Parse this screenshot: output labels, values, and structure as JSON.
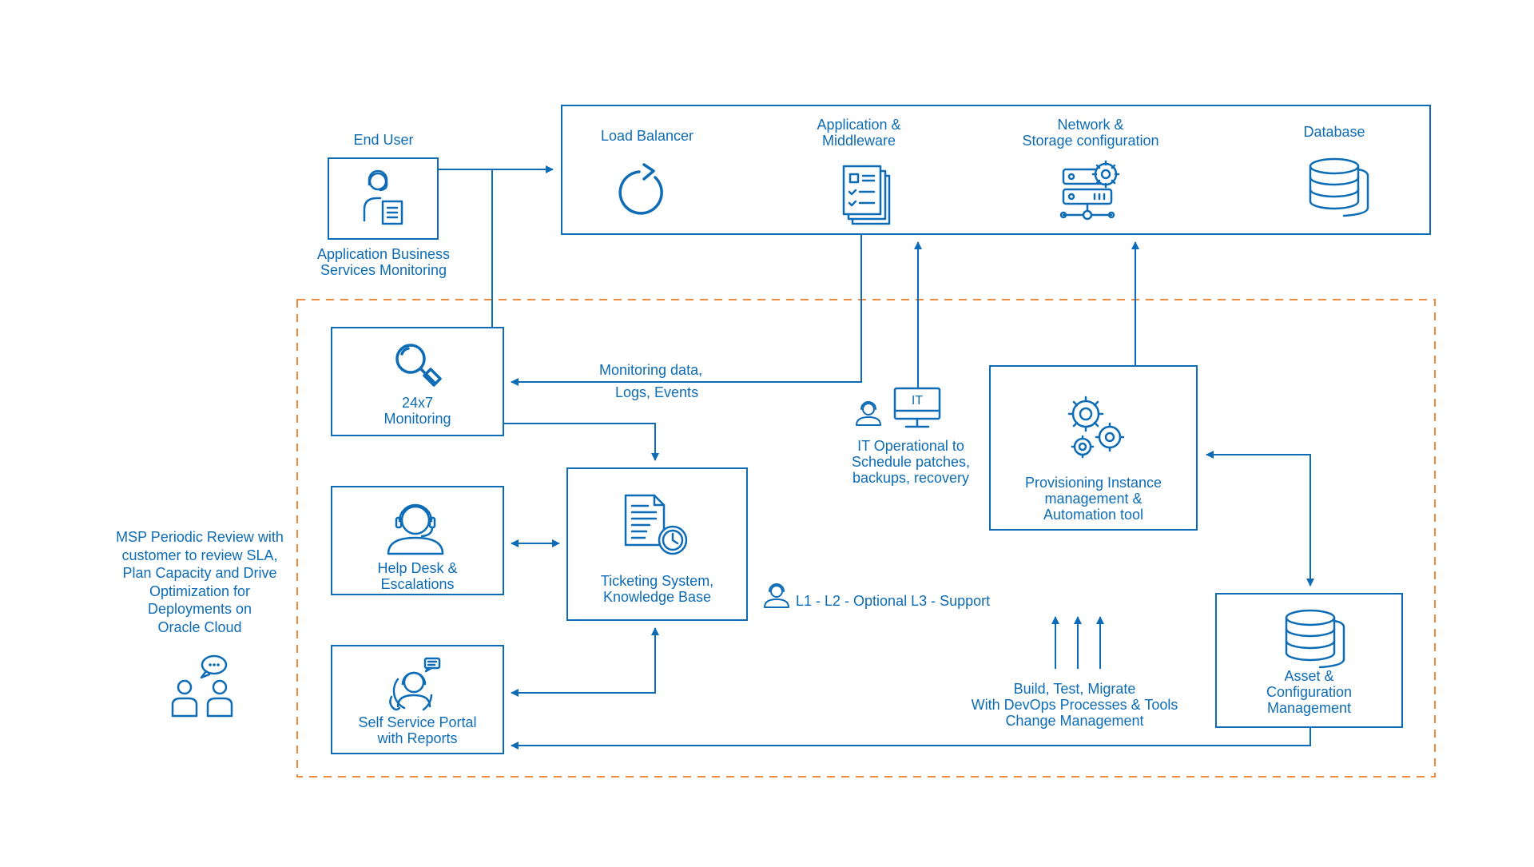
{
  "colors": {
    "primary": "#0d6cb5",
    "dashed_border": "#f08a3c",
    "background": "#ffffff"
  },
  "end_user": {
    "title": "End User",
    "caption_line1": "Application Business",
    "caption_line2": "Services Monitoring",
    "icon": "user-support-icon"
  },
  "infra": {
    "load_balancer": {
      "label": "Load Balancer",
      "icon": "refresh-icon"
    },
    "app_middleware": {
      "line1": "Application &",
      "line2": "Middleware",
      "icon": "documents-icon"
    },
    "network_storage": {
      "line1": "Network &",
      "line2": "Storage configuration",
      "icon": "server-gear-icon"
    },
    "database": {
      "label": "Database",
      "icon": "database-icon"
    }
  },
  "monitoring": {
    "line1": "24x7",
    "line2": "Monitoring",
    "icon": "magnifier-icon"
  },
  "monitoring_flow": {
    "line1": "Monitoring data,",
    "line2": "Logs, Events"
  },
  "help_desk": {
    "line1": "Help Desk &",
    "line2": "Escalations",
    "icon": "headset-agent-icon"
  },
  "ticketing": {
    "line1": "Ticketing System,",
    "line2": "Knowledge Base",
    "icon": "document-clock-icon"
  },
  "self_service": {
    "line1": "Self Service Portal",
    "line2": "with Reports",
    "icon": "portal-agent-icon"
  },
  "it_ops": {
    "monitor_text": "IT",
    "line1": "IT Operational to",
    "line2": "Schedule patches,",
    "line3": "backups, recovery"
  },
  "support": {
    "label": "L1 - L2 - Optional L3 - Support"
  },
  "provisioning": {
    "line1": "Provisioning Instance",
    "line2": "management &",
    "line3": "Automation tool",
    "icon": "gears-icon"
  },
  "devops": {
    "line1": "Build, Test, Migrate",
    "line2": "With DevOps Processes & Tools",
    "line3": "Change Management"
  },
  "asset": {
    "line1": "Asset &",
    "line2": "Configuration",
    "line3": "Management",
    "icon": "database-icon"
  },
  "msp": {
    "line1": "MSP Periodic Review with",
    "line2": "customer to review SLA,",
    "line3": "Plan Capacity and Drive",
    "line4": "Optimization for",
    "line5": "Deployments on",
    "line6": "Oracle Cloud",
    "icon": "people-chat-icon"
  }
}
